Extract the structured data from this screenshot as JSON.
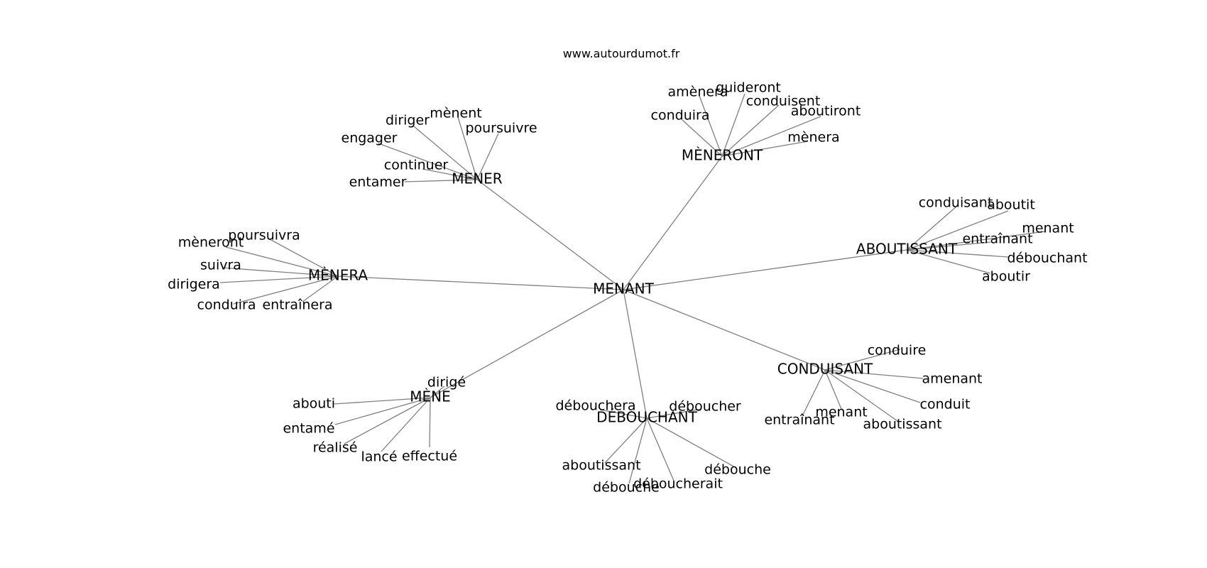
{
  "watermark": "www.autourdumot.fr",
  "graph": {
    "center": "MENANT",
    "hubs": [
      {
        "id": "mener",
        "label": "MENER",
        "leaves": [
          "diriger",
          "mènent",
          "poursuivre",
          "engager",
          "continuer",
          "entamer"
        ]
      },
      {
        "id": "meneront",
        "label": "MÈNERONT",
        "leaves": [
          "amènera",
          "guideront",
          "conduisent",
          "conduira",
          "aboutiront",
          "mènera"
        ]
      },
      {
        "id": "aboutissant",
        "label": "ABOUTISSANT",
        "leaves": [
          "conduisant",
          "aboutit",
          "menant",
          "entraînant",
          "débouchant",
          "aboutir"
        ]
      },
      {
        "id": "menera",
        "label": "MÈNERA",
        "leaves": [
          "poursuivra",
          "mèneront",
          "suivra",
          "dirigera",
          "conduira",
          "entraînera"
        ]
      },
      {
        "id": "conduisant",
        "label": "CONDUISANT",
        "leaves": [
          "conduire",
          "amenant",
          "conduit",
          "entraînant",
          "menant",
          "aboutissant"
        ]
      },
      {
        "id": "mene",
        "label": "MÈNE",
        "leaves": [
          "dirigé",
          "abouti",
          "entamé",
          "réalisé",
          "lancé",
          "effectué"
        ]
      },
      {
        "id": "debouchant",
        "label": "DÉBOUCHANT",
        "leaves": [
          "déboucher",
          "débouchera",
          "aboutissant",
          "débouche",
          "débouche",
          "déboucherait"
        ]
      }
    ]
  }
}
